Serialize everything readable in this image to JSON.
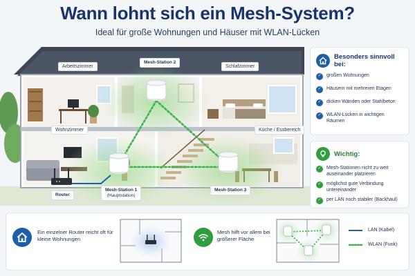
{
  "header": {
    "title": "Wann lohnt sich ein Mesh-System?",
    "subtitle": "Ideal für große Wohnungen und Häuser mit WLAN-Lücken"
  },
  "house": {
    "rooms": {
      "arbeitszimmer": "Arbeitszimmer",
      "schlafzimmer": "Schlafzimmer",
      "wohnzimmer": "Wohnzimmer",
      "kueche": "Küche / Essbereich"
    },
    "stations": {
      "station2": "Mesh-Station 2",
      "station1": "Mesh-Station 1",
      "station1_sub": "(Hauptstation)",
      "station3": "Mesh-Station 3",
      "router": "Router"
    }
  },
  "panel_sinnvoll": {
    "title": "Besonders sinnvoll bei:",
    "items": [
      "großen Wohnungen",
      "Häusern mit mehreren Etagen",
      "dicken Wänden oder Stahlbeton",
      "WLAN-Lücken in wichtigen Räumen"
    ]
  },
  "panel_wichtig": {
    "title": "Wichtig:",
    "items": [
      "Mesh-Stationen nicht zu weit auseinander platzieren",
      "möglichst gute Verbindung untereinander",
      "per LAN noch stabiler (Backhaul)"
    ]
  },
  "bottom": {
    "router_text": "Ein einzelner Router reicht oft für kleine Wohnungen",
    "mesh_text": "Mesh hilft vor allem bei größerer Fläche"
  },
  "legend": {
    "lan": "LAN (Kabel)",
    "wlan": "WLAN (Funk)"
  },
  "colors": {
    "navy": "#17346b",
    "blue": "#1f5fa8",
    "green": "#2e9e3e",
    "wlan_dots": "#3bb34a"
  }
}
